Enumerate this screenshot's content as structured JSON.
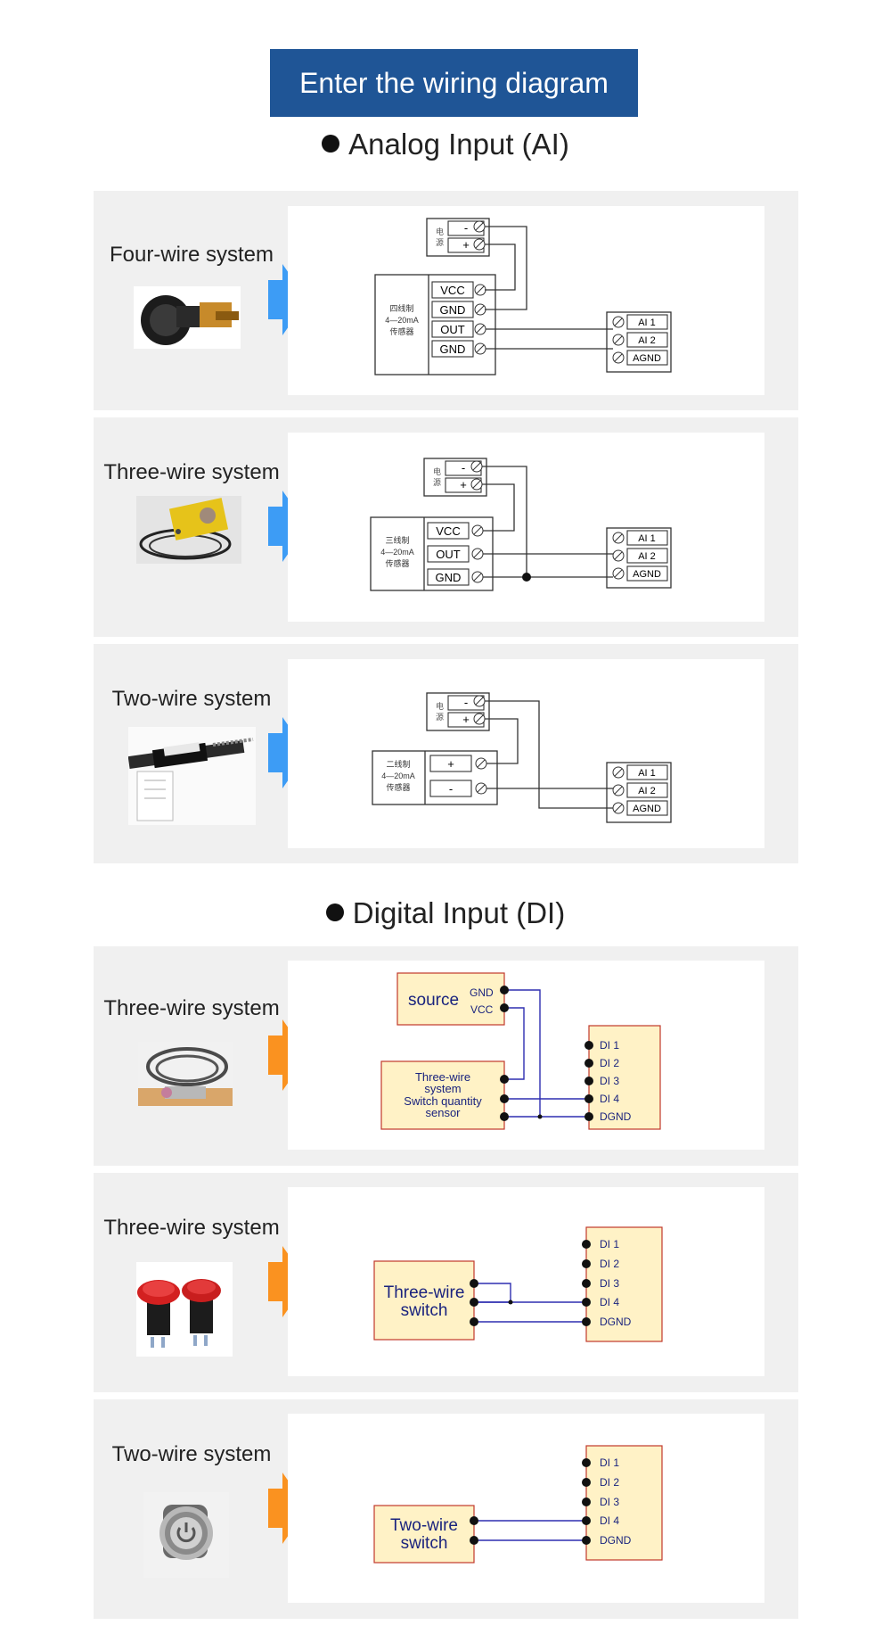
{
  "header": {
    "banner_title": "Enter the wiring diagram",
    "analog_title": "Analog Input (AI)",
    "digital_title": "Digital Input (DI)"
  },
  "colors": {
    "banner_bg": "#1f5596",
    "panel_bg": "#f0f0f0",
    "analog_arrow": "#3d9cf5",
    "digital_arrow": "#fa9220",
    "di_box_fill": "#fff2c6",
    "di_box_stroke": "#c0392b",
    "di_wire": "#2e2eb0",
    "di_text": "#1a237e"
  },
  "analog": {
    "four_wire": {
      "label": "Four-wire system",
      "power_side": "电\n源",
      "power_minus": "-",
      "power_plus": "+",
      "sensor_text_1": "四线制",
      "sensor_text_2": "4—20mA",
      "sensor_text_3": "传感器",
      "terminals": [
        "VCC",
        "GND",
        "OUT",
        "GND"
      ],
      "module": [
        "AI 1",
        "AI 2",
        "AGND"
      ]
    },
    "three_wire": {
      "label": "Three-wire system",
      "power_minus": "-",
      "power_plus": "+",
      "sensor_text_1": "三线制",
      "sensor_text_2": "4—20mA",
      "sensor_text_3": "传感器",
      "terminals": [
        "VCC",
        "OUT",
        "GND"
      ],
      "module": [
        "AI 1",
        "AI 2",
        "AGND"
      ]
    },
    "two_wire": {
      "label": "Two-wire system",
      "power_minus": "-",
      "power_plus": "+",
      "sensor_text_1": "二线制",
      "sensor_text_2": "4—20mA",
      "sensor_text_3": "传感器",
      "terminals": [
        "+",
        "-"
      ],
      "module": [
        "AI 1",
        "AI 2",
        "AGND"
      ]
    }
  },
  "digital": {
    "three_wire_sensor": {
      "label": "Three-wire system",
      "source_label": "source",
      "source_gnd": "GND",
      "source_vcc": "VCC",
      "sensor_lines": [
        "Three-wire",
        "system",
        "Switch quantity",
        "sensor"
      ],
      "module": [
        "DI 1",
        "DI 2",
        "DI 3",
        "DI 4",
        "DGND"
      ]
    },
    "three_wire_switch": {
      "label": "Three-wire system",
      "switch_lines": [
        "Three-wire",
        "switch"
      ],
      "module": [
        "DI 1",
        "DI 2",
        "DI 3",
        "DI 4",
        "DGND"
      ]
    },
    "two_wire_switch": {
      "label": "Two-wire system",
      "switch_lines": [
        "Two-wire",
        "switch"
      ],
      "module": [
        "DI 1",
        "DI 2",
        "DI 3",
        "DI 4",
        "DGND"
      ]
    }
  }
}
